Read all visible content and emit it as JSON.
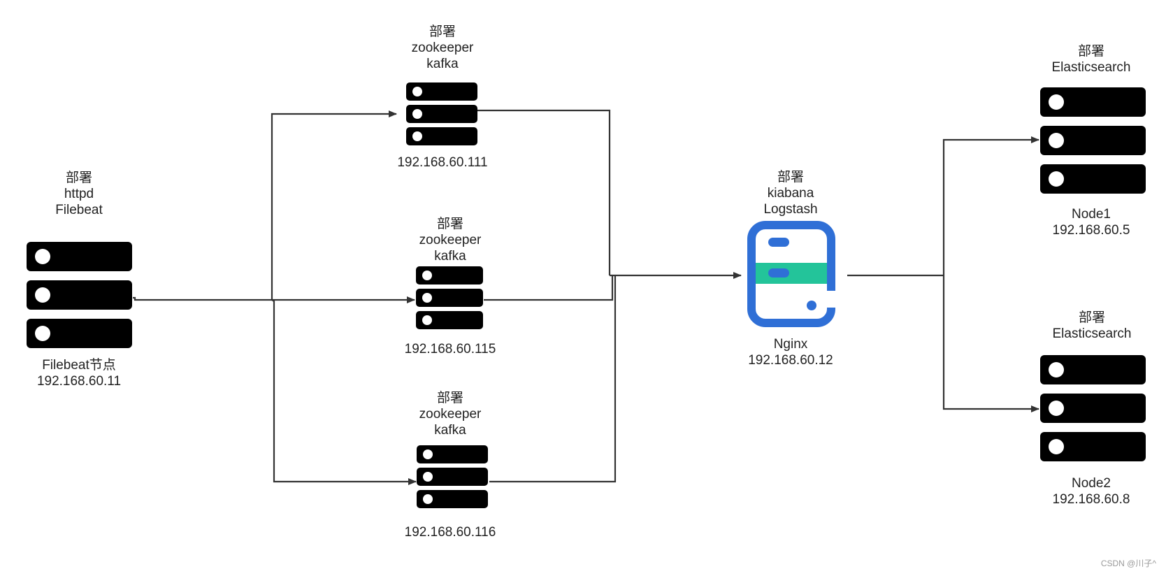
{
  "nodes": {
    "filebeat": {
      "top": [
        "部署",
        "httpd",
        "Filebeat"
      ],
      "bottom": [
        "Filebeat节点",
        "192.168.60.11"
      ]
    },
    "kafka1": {
      "top": [
        "部署",
        "zookeeper",
        "kafka"
      ],
      "bottom": [
        "192.168.60.111"
      ]
    },
    "kafka2": {
      "top": [
        "部署",
        "zookeeper",
        "kafka"
      ],
      "bottom": [
        "192.168.60.115"
      ]
    },
    "kafka3": {
      "top": [
        "部署",
        "zookeeper",
        "kafka"
      ],
      "bottom": [
        "192.168.60.116"
      ]
    },
    "nginx": {
      "top": [
        "部署",
        "kiabana",
        "Logstash"
      ],
      "bottom": [
        "Nginx",
        "192.168.60.12"
      ]
    },
    "es1": {
      "top": [
        "部署",
        "Elasticsearch"
      ],
      "bottom": [
        "Node1",
        "192.168.60.5"
      ]
    },
    "es2": {
      "top": [
        "部署",
        "Elasticsearch"
      ],
      "bottom": [
        "Node2",
        "192.168.60.8"
      ]
    }
  },
  "icons": {
    "server": "server-rack-icon",
    "nginx": "mobile-server-icon"
  },
  "colors": {
    "line": "#333333",
    "rack": "#000000",
    "nginx_blue": "#2f6fd6",
    "nginx_green": "#23c49a"
  },
  "watermark": "CSDN @川子^"
}
